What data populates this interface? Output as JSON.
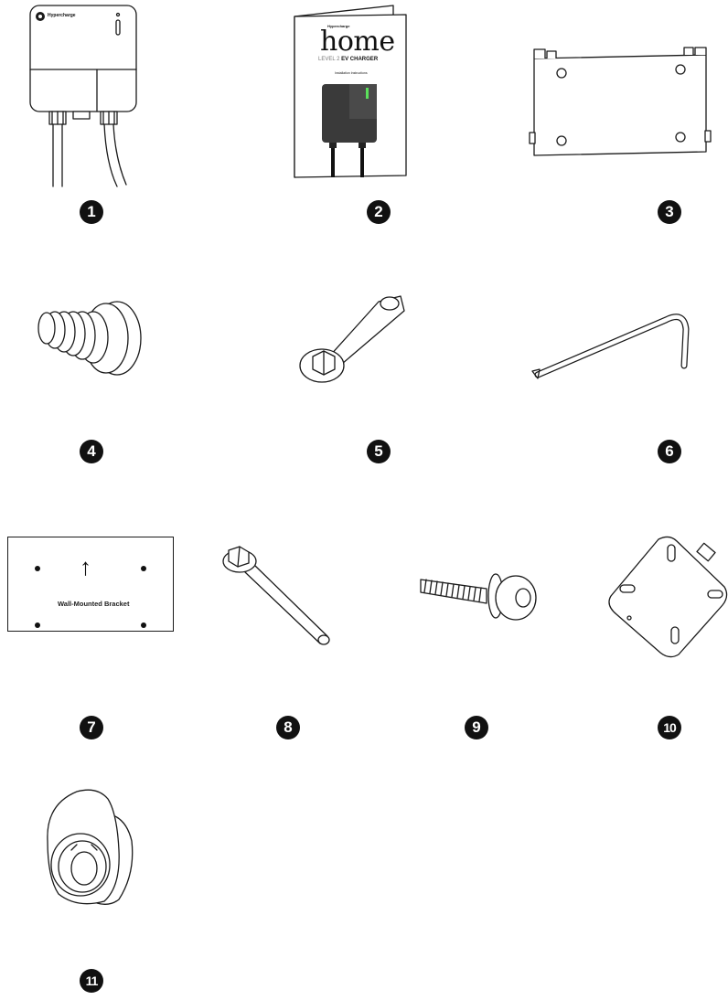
{
  "items": [
    {
      "number": "1",
      "icon": "ev-charger-unit-icon"
    },
    {
      "number": "2",
      "icon": "installation-manual-icon"
    },
    {
      "number": "3",
      "icon": "mounting-plate-icon"
    },
    {
      "number": "4",
      "icon": "cable-gland-icon"
    },
    {
      "number": "5",
      "icon": "wall-anchor-bolt-icon"
    },
    {
      "number": "6",
      "icon": "hex-key-icon"
    },
    {
      "number": "7",
      "icon": "wall-mount-template-icon"
    },
    {
      "number": "8",
      "icon": "hex-bolt-icon"
    },
    {
      "number": "9",
      "icon": "screw-with-washer-icon"
    },
    {
      "number": "10",
      "icon": "holster-bracket-icon"
    },
    {
      "number": "11",
      "icon": "connector-holster-icon"
    }
  ],
  "manual": {
    "brand": "Hypercharge",
    "title": "home",
    "subtitle_prefix": "LEVEL 2",
    "subtitle_bold": "EV CHARGER",
    "caption": "Installation Instructions"
  },
  "charger": {
    "brand": "Hypercharge"
  },
  "template": {
    "arrow": "↑",
    "label": "Wall-Mounted Bracket"
  }
}
